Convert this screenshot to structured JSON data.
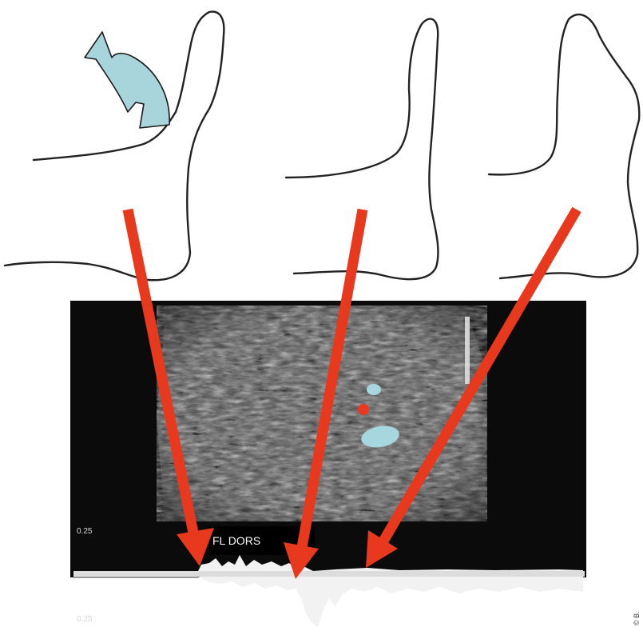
{
  "doppler": {
    "probe_label": "FL DORS",
    "scale_top": "0.25",
    "scale_bottom": "0.25"
  },
  "copyright": "© B.",
  "colors": {
    "arrow": "#e8391f",
    "rotation_arrow": "#a8d4dc",
    "vessel_blue": "#a6d6de",
    "vessel_red": "#e8391f",
    "image_background": "#0b0b0b"
  },
  "icons": {
    "rotation": "curved-rotation-arrow-icon"
  }
}
